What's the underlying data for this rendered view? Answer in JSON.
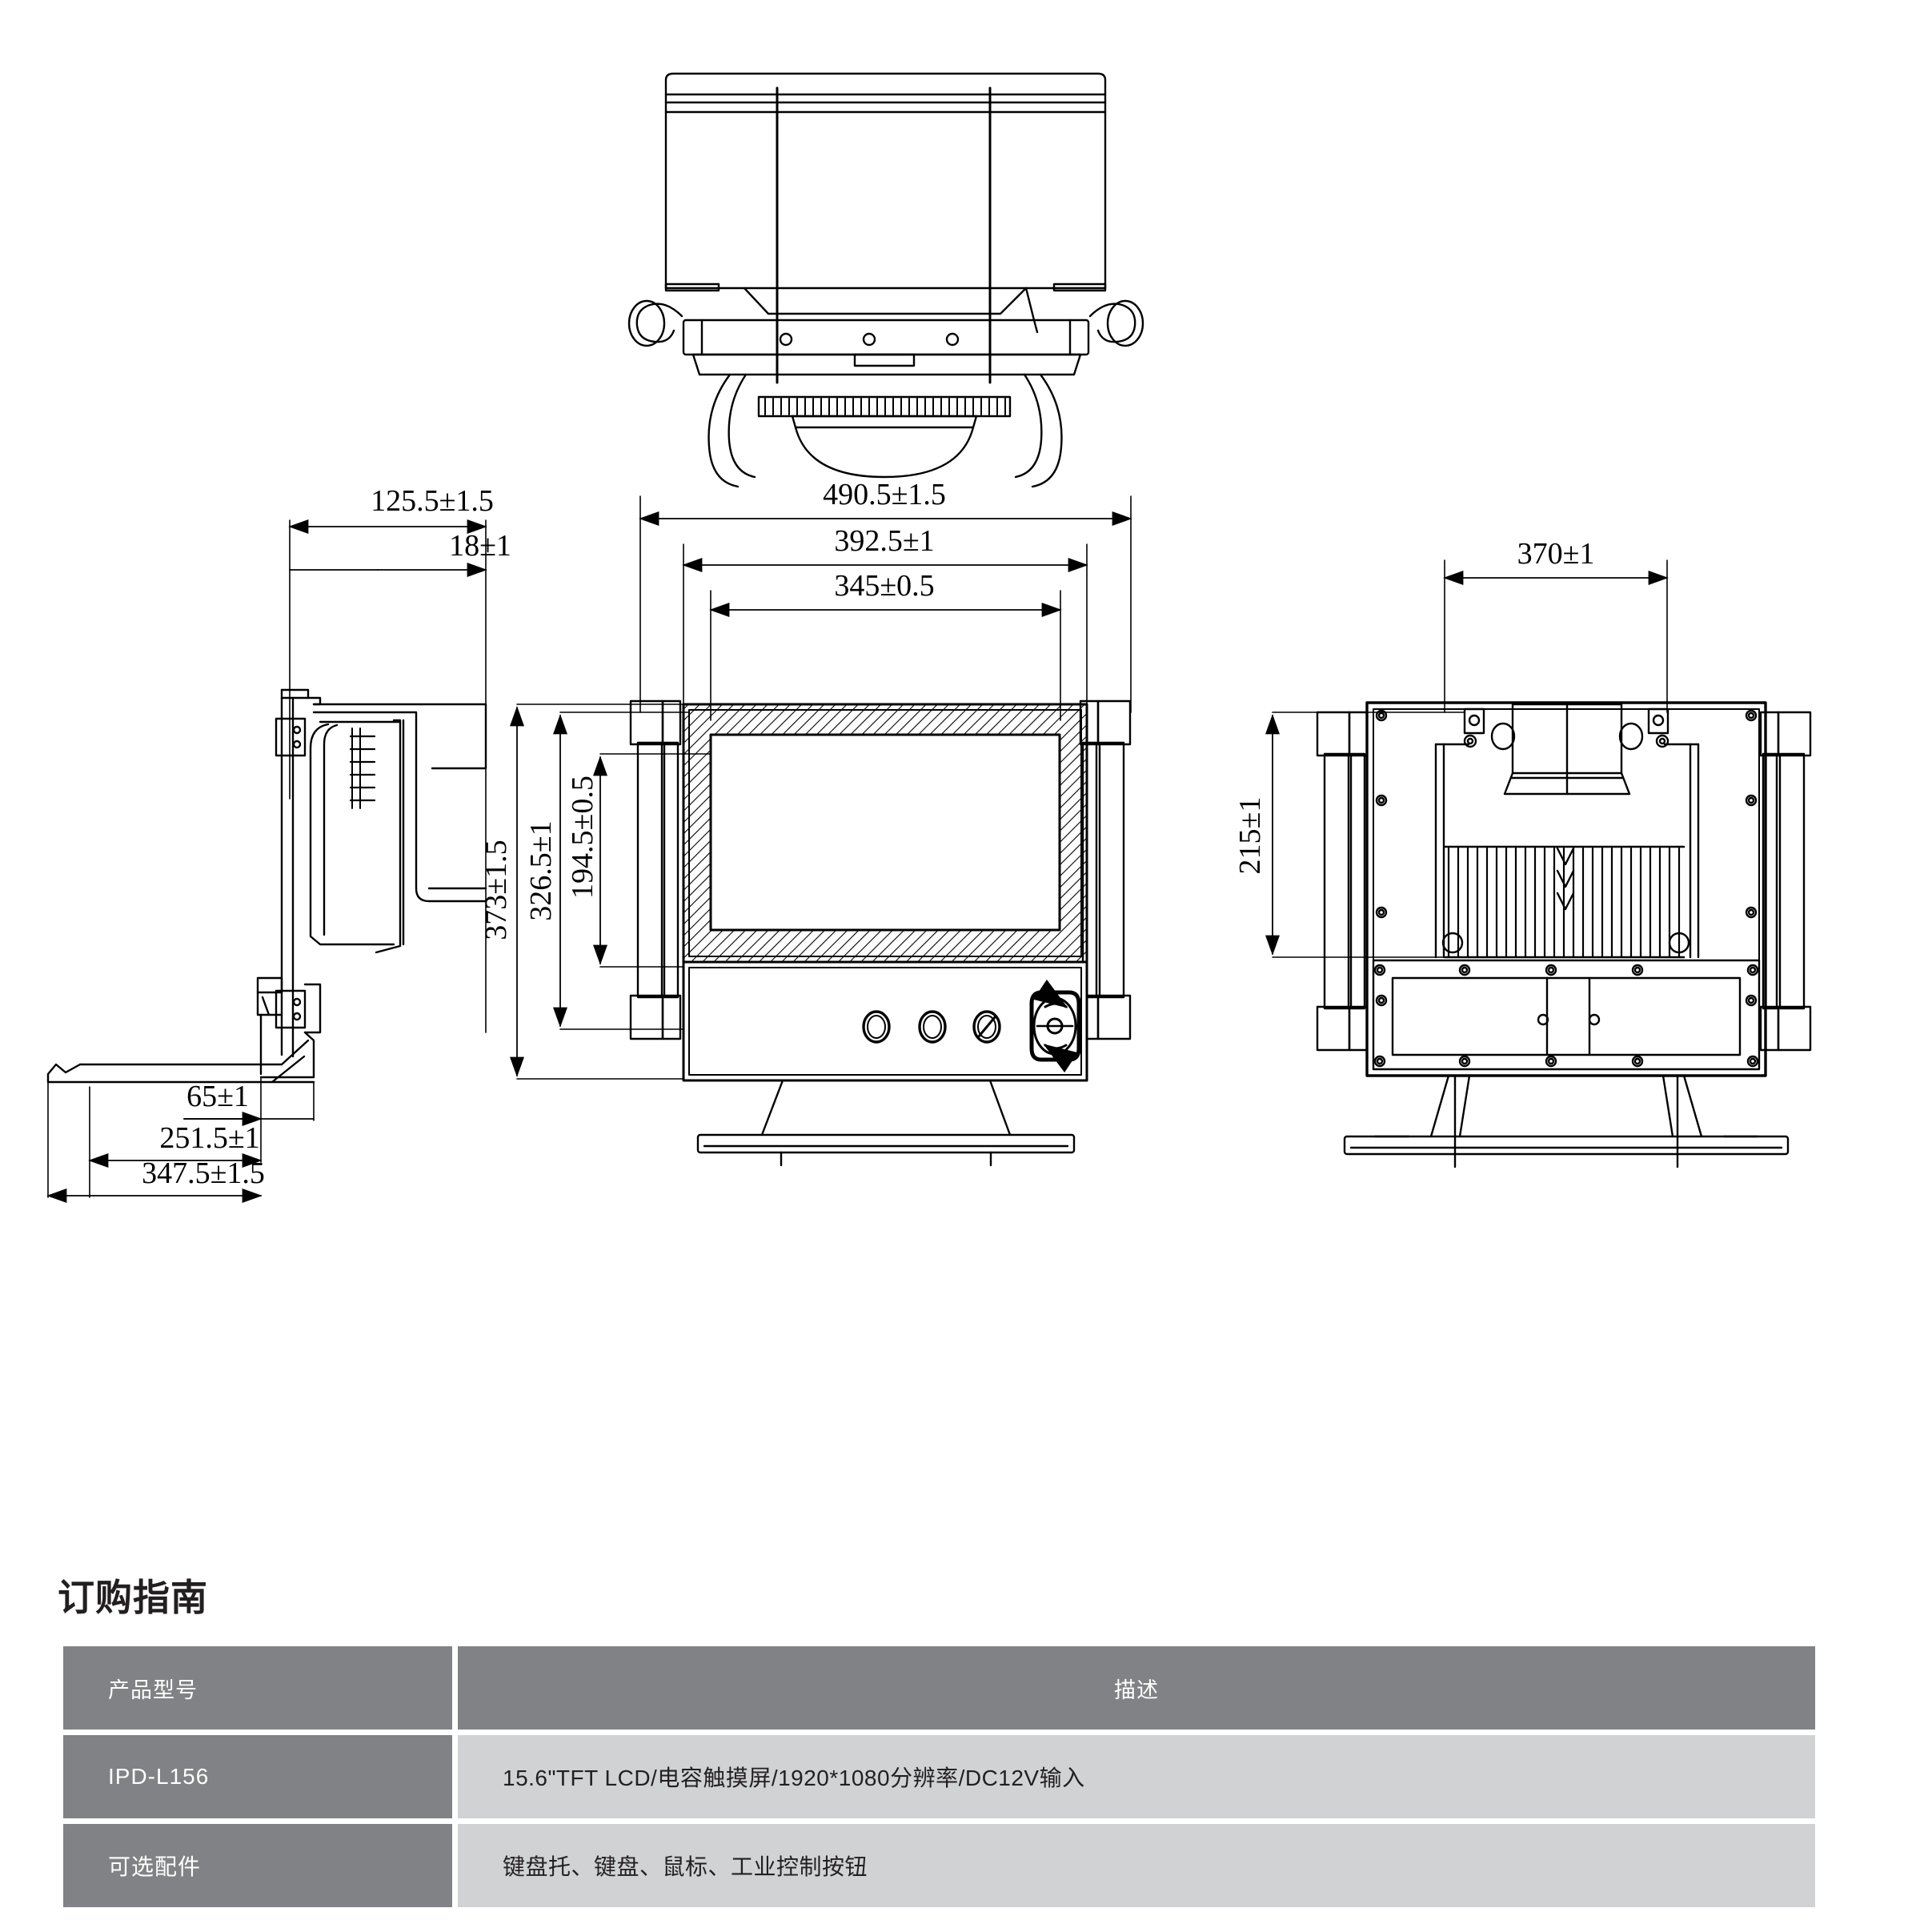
{
  "drawing": {
    "title": "IPD-L156 industrial panel display mechanical drawing",
    "views": [
      {
        "name": "top-view",
        "label": ""
      },
      {
        "name": "side-view",
        "label": ""
      },
      {
        "name": "front-view",
        "label": ""
      },
      {
        "name": "rear-view",
        "label": ""
      }
    ],
    "dimensions": {
      "side_depth_overall": "125.5±1.5",
      "side_bezel_thickness": "18±1",
      "side_tray_offset": "65±1",
      "side_tray_depth": "251.5±1",
      "side_total_depth": "347.5±1.5",
      "front_overall_width": "490.5±1.5",
      "front_panel_width": "392.5±1",
      "front_active_width": "345±0.5",
      "front_overall_height": "373±1.5",
      "front_panel_height": "326.5±1",
      "front_active_height": "194.5±0.5",
      "rear_mount_width": "370±1",
      "rear_mount_height": "215±1"
    }
  },
  "ordering": {
    "heading": "订购指南",
    "columns": [
      "产品型号",
      "描述"
    ],
    "rows": [
      {
        "model": "IPD-L156",
        "description": "15.6\"TFT LCD/电容触摸屏/1920*1080分辨率/DC12V输入"
      },
      {
        "model": "可选配件",
        "description": "键盘托、键盘、鼠标、工业控制按钮"
      }
    ]
  },
  "colors": {
    "header_bg": "#808285",
    "label_bg": "#808285",
    "value_bg": "#d0d2d3",
    "header_text": "#ffffff",
    "value_text": "#231f20",
    "line": "#000000",
    "page_bg": "#ffffff"
  }
}
